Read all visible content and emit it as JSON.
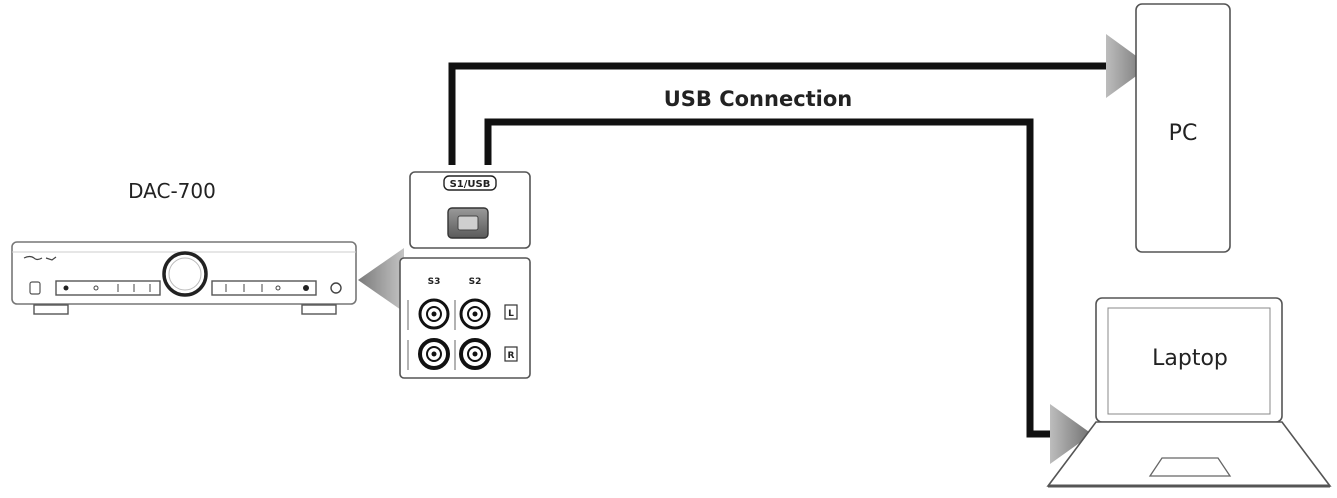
{
  "labels": {
    "dac_model": "DAC-700",
    "usb_connection": "USB Connection",
    "pc": "PC",
    "laptop": "Laptop",
    "port_usb": "S1/USB",
    "port_s3": "S3",
    "port_s2": "S2",
    "channel_left": "L",
    "channel_right": "R"
  }
}
